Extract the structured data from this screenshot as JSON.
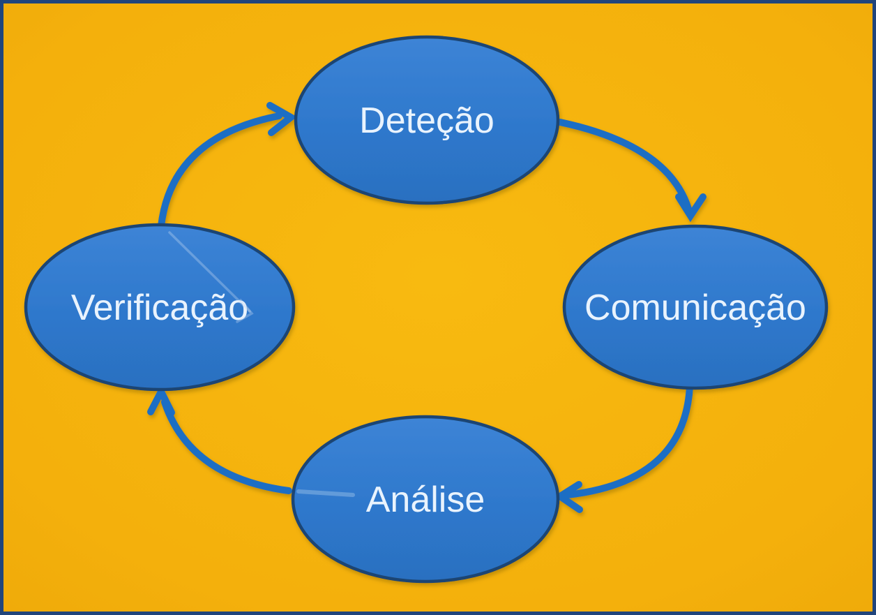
{
  "diagram": {
    "type": "cycle",
    "background_color": "#F4B00C",
    "frame_color": "#21457C",
    "node_fill_color": "#2E76C8",
    "node_border_color": "#1B4573",
    "arrow_color": "#1F6EC4",
    "label_color": "#E9F3FD",
    "nodes": [
      {
        "label": "Deteção",
        "position": "top"
      },
      {
        "label": "Comunicação",
        "position": "right"
      },
      {
        "label": "Análise",
        "position": "bottom"
      },
      {
        "label": "Verificação",
        "position": "left"
      }
    ],
    "arrows": [
      {
        "from": "Verificação",
        "to": "Deteção"
      },
      {
        "from": "Deteção",
        "to": "Comunicação"
      },
      {
        "from": "Comunicação",
        "to": "Análise"
      },
      {
        "from": "Análise",
        "to": "Verificação"
      }
    ]
  }
}
